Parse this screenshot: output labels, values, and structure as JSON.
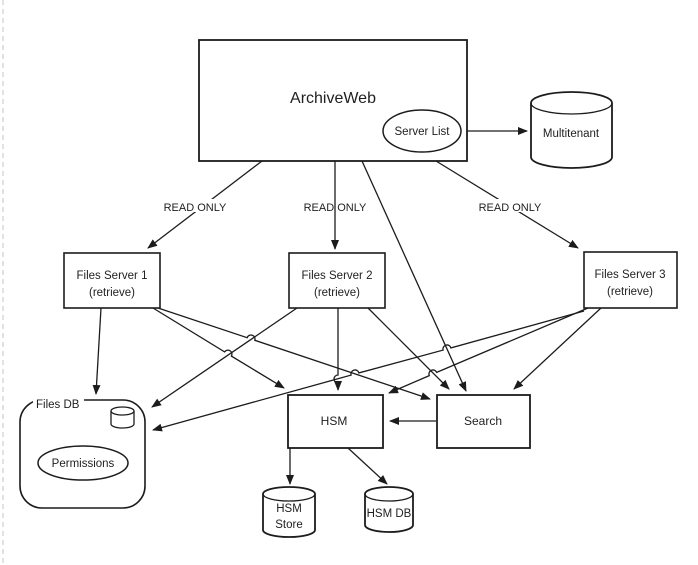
{
  "diagram": {
    "type": "architecture-flow",
    "background_color": "#ffffff",
    "line_color": "#1c1c1c",
    "text_color": "#1f1f1f",
    "margin_guide_color": "#d2cfc9",
    "nodes": {
      "archiveweb": {
        "label": "ArchiveWeb",
        "shape": "rectangle"
      },
      "server_list": {
        "label": "Server List",
        "shape": "ellipse"
      },
      "multitenant": {
        "label": "Multitenant",
        "shape": "cylinder"
      },
      "files_server_1": {
        "line1": "Files Server 1",
        "line2": "(retrieve)",
        "shape": "rectangle"
      },
      "files_server_2": {
        "line1": "Files Server 2",
        "line2": "(retrieve)",
        "shape": "rectangle"
      },
      "files_server_3": {
        "line1": "Files Server 3",
        "line2": "(retrieve)",
        "shape": "rectangle"
      },
      "files_db": {
        "label": "Files DB",
        "shape": "rounded-rectangle"
      },
      "permissions": {
        "label": "Permissions",
        "shape": "ellipse"
      },
      "hsm": {
        "label": "HSM",
        "shape": "rectangle"
      },
      "search": {
        "label": "Search",
        "shape": "rectangle"
      },
      "hsm_store": {
        "line1": "HSM",
        "line2": "Store",
        "shape": "cylinder"
      },
      "hsm_db": {
        "label": "HSM DB",
        "shape": "cylinder"
      }
    },
    "edge_labels": {
      "read_only_1": "READ ONLY",
      "read_only_2": "READ ONLY",
      "read_only_3": "READ ONLY"
    },
    "edges": [
      {
        "from": "archiveweb",
        "to": "files_server_1",
        "label": "READ ONLY"
      },
      {
        "from": "archiveweb",
        "to": "files_server_2",
        "label": "READ ONLY"
      },
      {
        "from": "archiveweb",
        "to": "files_server_3",
        "label": "READ ONLY"
      },
      {
        "from": "archiveweb",
        "to": "search",
        "label": ""
      },
      {
        "from": "server_list",
        "to": "multitenant",
        "label": ""
      },
      {
        "from": "files_server_1",
        "to": "files_db",
        "label": ""
      },
      {
        "from": "files_server_1",
        "to": "hsm",
        "label": ""
      },
      {
        "from": "files_server_1",
        "to": "search",
        "label": ""
      },
      {
        "from": "files_server_2",
        "to": "files_db",
        "label": ""
      },
      {
        "from": "files_server_2",
        "to": "hsm",
        "label": ""
      },
      {
        "from": "files_server_2",
        "to": "search",
        "label": ""
      },
      {
        "from": "files_server_3",
        "to": "files_db",
        "label": ""
      },
      {
        "from": "files_server_3",
        "to": "hsm",
        "label": ""
      },
      {
        "from": "files_server_3",
        "to": "search",
        "label": ""
      },
      {
        "from": "search",
        "to": "hsm",
        "label": ""
      },
      {
        "from": "hsm",
        "to": "hsm_store",
        "label": ""
      },
      {
        "from": "hsm",
        "to": "hsm_db",
        "label": ""
      }
    ]
  }
}
